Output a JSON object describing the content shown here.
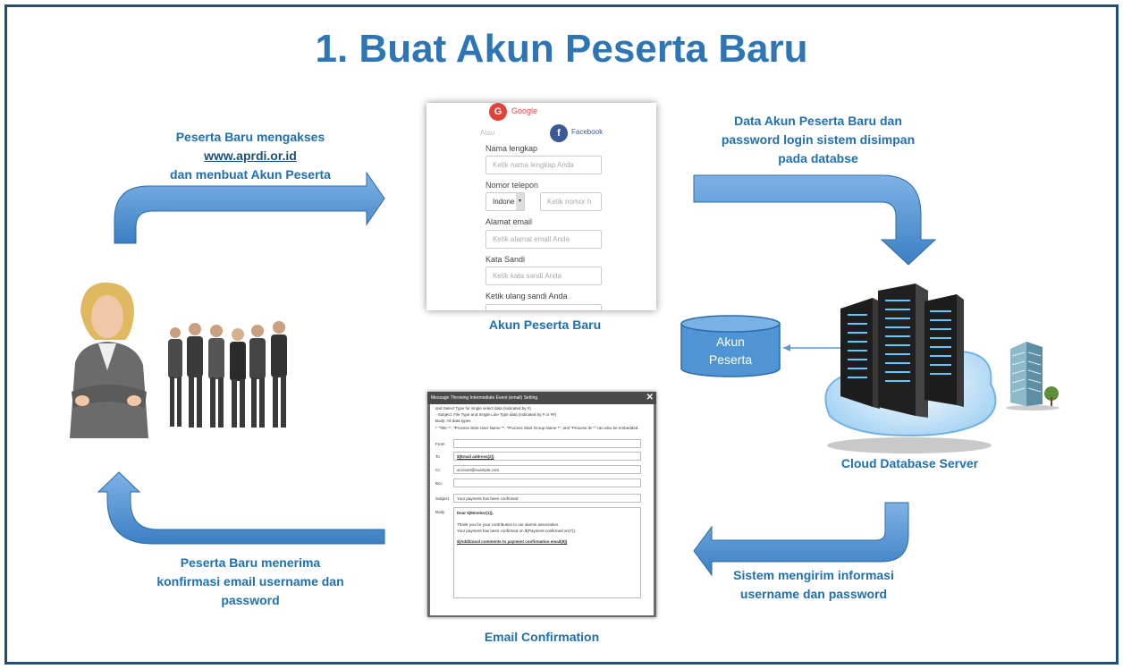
{
  "title": "1. Buat Akun Peserta Baru",
  "captions": {
    "step1_line1": "Peserta Baru mengakses",
    "step1_url": "www.aprdi.or.id",
    "step1_line3": "dan menbuat Akun Peserta",
    "step2_line1": "Data Akun Peserta Baru dan",
    "step2_line2": "password login sistem disimpan",
    "step2_line3": "pada databse",
    "step3_line1": "Sistem mengirim informasi",
    "step3_line2": "username dan password",
    "step4_line1": "Peserta Baru menerima",
    "step4_line2": "konfirmasi email username dan",
    "step4_line3": "password",
    "form_label": "Akun Peserta Baru",
    "email_label": "Email Confirmation",
    "server_label": "Cloud Database Server"
  },
  "database": {
    "line1": "Akun",
    "line2": "Peserta"
  },
  "form": {
    "google": "Google",
    "or": "Atau",
    "facebook": "Facebook",
    "name_label": "Nama lengkap",
    "name_placeholder": "Ketik nama lengkap Anda",
    "phone_label": "Nomor telepon",
    "country": "Indone",
    "phone_placeholder": "Ketik nomor h",
    "email_label": "Alamat email",
    "email_placeholder": "Ketik alamat email Anda",
    "password_label": "Kata Sandi",
    "password_placeholder": "Ketik kata sandi Anda",
    "repeat_label": "Ketik ulang sandi Anda"
  },
  "email_window": {
    "title": "Message Throwing Intermediate Event (email) Setting",
    "line1": "and Select Type for single select data (indicated by #)",
    "line2": "- Subject: File Type and Single Line Type data (indicated by # or ##)",
    "line3": "Body: All data types",
    "line4": "* \"Title *\", \"Process Start User Name *\", \"Process Start Group Name *\", and \"Process ID *\" can also be embedded.",
    "from_label": "From",
    "to_label": "To",
    "to_value": "$(Email address(2))",
    "cc_label": "Cc",
    "cc_value": "account@example.com",
    "bcc_label": "Bcc",
    "subject_label": "Subject",
    "subject_value": "Your payment has been confirmed",
    "body_label": "Body",
    "body_l1": "Dear $(Member(1)),",
    "body_l2": "Thank you for your contribution to our alumni association.",
    "body_l3": "Your payment has been confirmed on $(Payment confirmed on(7)).",
    "body_l4": "$(Additional comments to payment confirmation email(8))"
  },
  "colors": {
    "arrow": "#5b9bd5",
    "arrow_dark": "#2e75b6",
    "text": "#1f6fb2",
    "frame": "#1f4e79"
  }
}
